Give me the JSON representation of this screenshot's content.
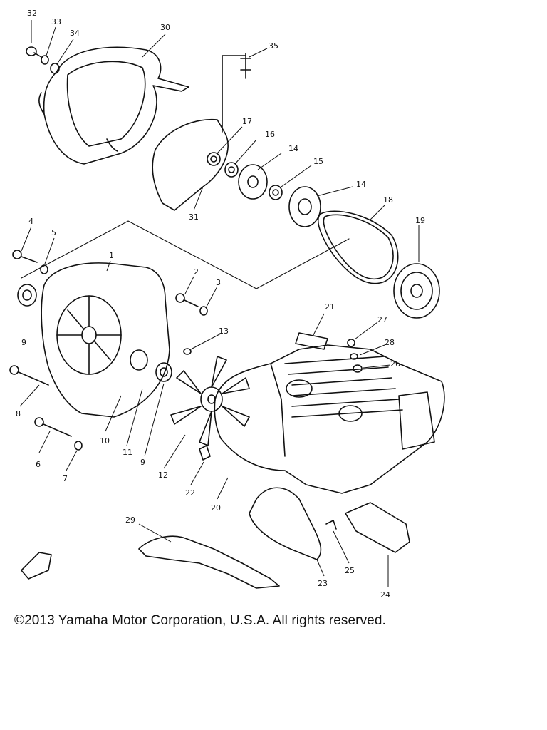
{
  "diagram": {
    "callouts": [
      "32",
      "33",
      "34",
      "30",
      "35",
      "17",
      "16",
      "14",
      "15",
      "14",
      "18",
      "19",
      "31",
      "4",
      "5",
      "1",
      "2",
      "3",
      "9",
      "13",
      "21",
      "27",
      "28",
      "26",
      "8",
      "10",
      "11",
      "9",
      "12",
      "6",
      "7",
      "22",
      "20",
      "29",
      "23",
      "25",
      "24"
    ]
  },
  "footer": {
    "copyright": "©2013 Yamaha Motor Corporation, U.S.A. All rights reserved."
  },
  "colors": {
    "ink": "#111111",
    "background": "#ffffff"
  }
}
